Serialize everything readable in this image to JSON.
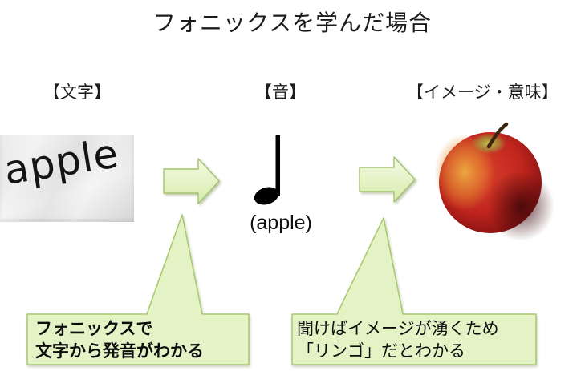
{
  "title": "フォニックスを学んだ場合",
  "columns": [
    {
      "header": "【文字】",
      "content_word": "apple",
      "visual": "crumpled-paper-photo"
    },
    {
      "header": "【音】",
      "visual": "quarter-note-icon",
      "caption": "(apple)"
    },
    {
      "header": "【イメージ・意味】",
      "visual": "apple-photo"
    }
  ],
  "arrows": [
    {
      "name": "letters-to-sound",
      "direction": "right"
    },
    {
      "name": "sound-to-image",
      "direction": "right"
    }
  ],
  "callouts": [
    {
      "line1": "フォニックスで",
      "line2": "文字から発音がわかる",
      "bold": true,
      "points_to": "letters-to-sound-arrow"
    },
    {
      "line1": "聞けばイメージが湧くため",
      "line2": "「リンゴ」だとわかる",
      "bold": false,
      "points_to": "sound-to-image-arrow"
    }
  ],
  "colors": {
    "background": "#ffffff",
    "green_fill_light": "#f3fae3",
    "green_fill": "#e4f3c6",
    "green_fill_deep": "#d6ecab",
    "green_border": "#a6c96c",
    "text": "#1c1c1c",
    "apple_red": "#c7261f",
    "apple_dark": "#5c0b0e",
    "apple_yellow": "#efae43"
  }
}
